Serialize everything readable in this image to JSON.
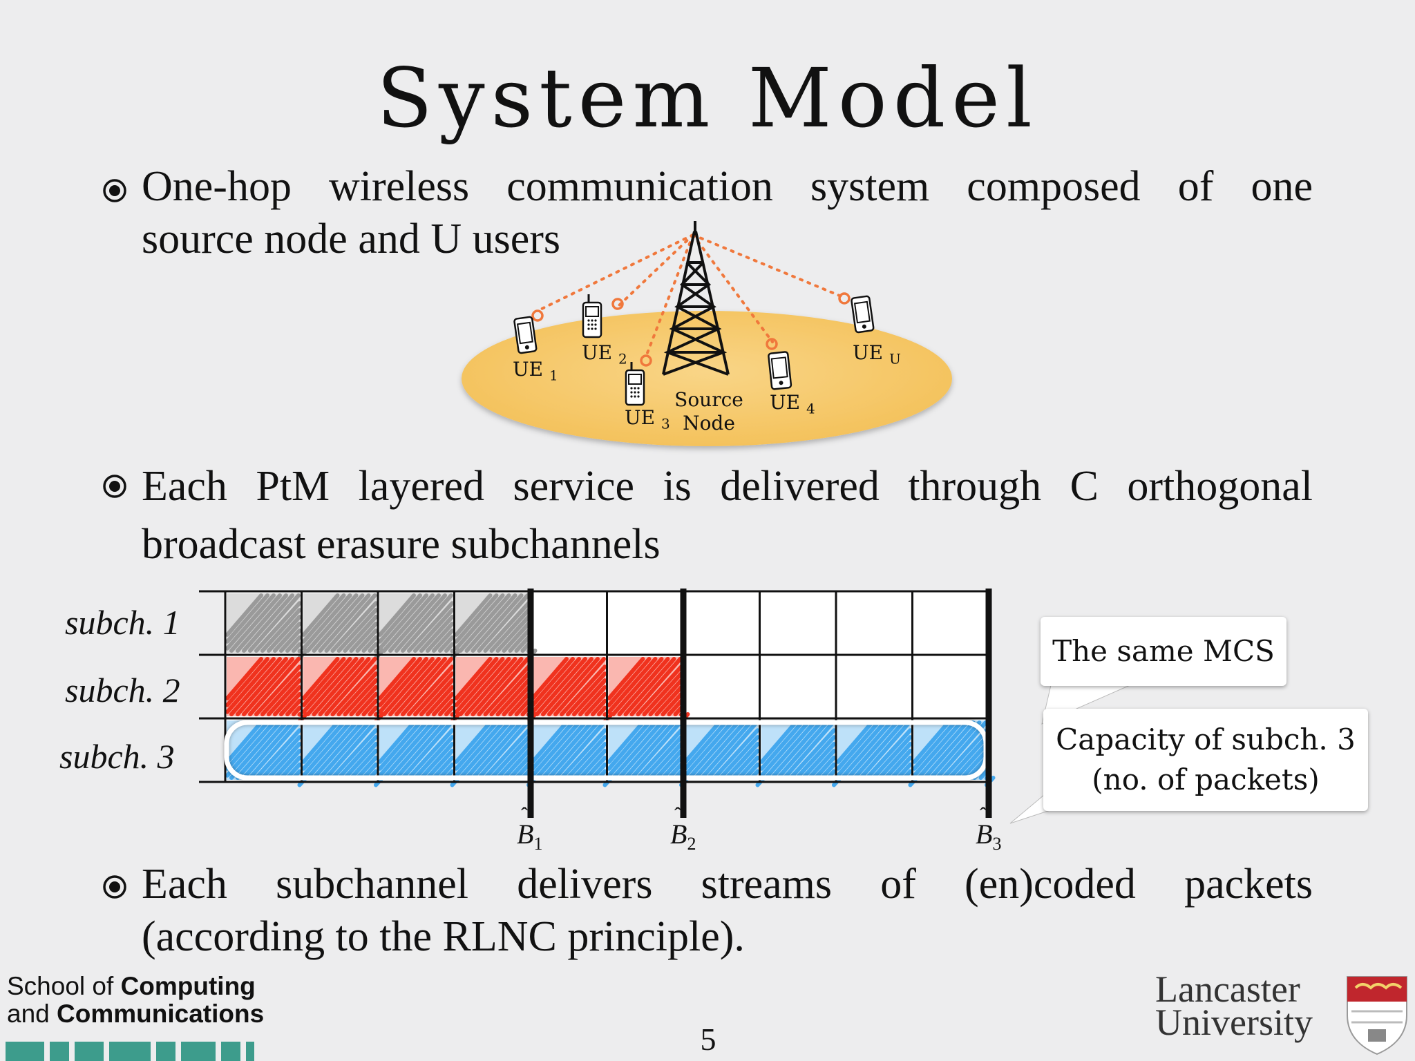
{
  "slide": {
    "title": "System Model",
    "bullets": [
      {
        "line1": "One-hop wireless communication system composed of one",
        "line2": "source node and U users"
      },
      {
        "line1": "Each PtM layered service is delivered through C orthogonal",
        "line2": "broadcast erasure subchannels"
      },
      {
        "line1": "Each subchannel delivers streams of (en)coded packets",
        "line2": "(according to the RLNC principle)."
      }
    ],
    "page_number": "5"
  },
  "network_diagram": {
    "source_label_1": "Source",
    "source_label_2": "Node",
    "ues": [
      {
        "label": "UE",
        "sub": "1"
      },
      {
        "label": "UE",
        "sub": "2"
      },
      {
        "label": "UE",
        "sub": "3"
      },
      {
        "label": "UE",
        "sub": "4"
      },
      {
        "label": "UE",
        "sub": "U"
      }
    ],
    "colors": {
      "ellipse": "#f7c96a",
      "links": "#f0783c"
    }
  },
  "subchannel_diagram": {
    "rows": [
      "subch. 1",
      "subch. 2",
      "subch. 3"
    ],
    "columns": 10,
    "filled_cells": [
      4,
      6,
      10
    ],
    "row_colors": [
      "#9a9a9a",
      "#f0321e",
      "#44a8ee"
    ],
    "markers": [
      {
        "label": "B",
        "sub": "1",
        "after_column": 4
      },
      {
        "label": "B",
        "sub": "2",
        "after_column": 6
      },
      {
        "label": "B",
        "sub": "3",
        "after_column": 10
      }
    ],
    "callouts": {
      "mcs": "The same MCS",
      "capacity_line1": "Capacity of subch. 3",
      "capacity_line2": "(no. of packets)"
    }
  },
  "footer": {
    "school_line1_plain": "School of ",
    "school_line1_bold": "Computing",
    "school_line2_plain": "and ",
    "school_line2_bold": "Communications",
    "university_line1": "Lancaster",
    "university_line2": "University",
    "bar_colors": [
      "#3d9c8c",
      "#3d9c8c",
      "#3d9c8c",
      "#3d9c8c",
      "#3d9c8c",
      "#3d9c8c",
      "#3d9c8c",
      "#3d9c8c",
      "#e79a3c",
      "#3d9c8c"
    ]
  }
}
